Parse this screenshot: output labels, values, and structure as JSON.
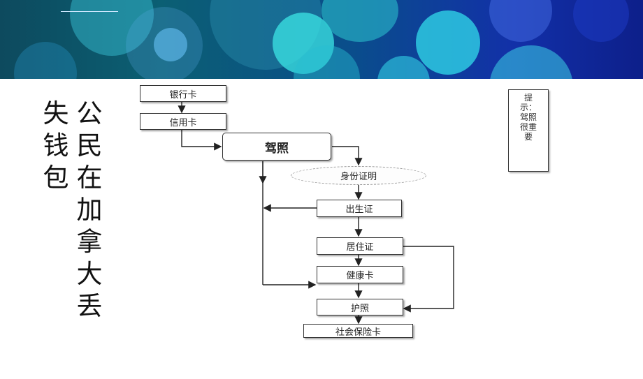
{
  "banner": {
    "accent_colors": [
      "#0b5f73",
      "#1230a8",
      "#2fd1d6"
    ]
  },
  "title": {
    "line1": "公民在加拿大丢",
    "line2": "失钱包"
  },
  "flow": {
    "bank_card": "银行卡",
    "credit_card": "信用卡",
    "driver_license": "驾照",
    "id_proof": "身份证明",
    "birth_cert": "出生证",
    "residence_card": "居住证",
    "health_card": "健康卡",
    "passport": "护照",
    "sin_card": "社会保险卡"
  },
  "tip": {
    "text": "提示：驾照很重要"
  }
}
